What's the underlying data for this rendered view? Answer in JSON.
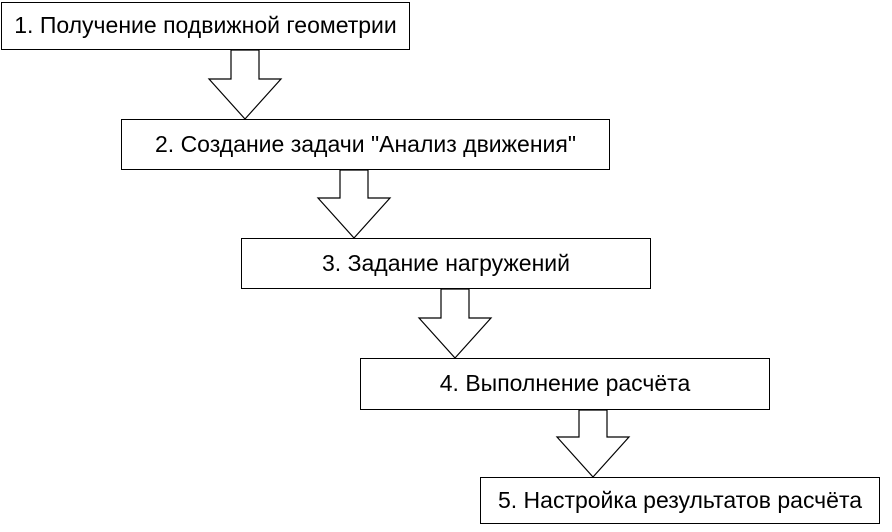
{
  "diagram": {
    "title": "",
    "type": "flowchart",
    "flow_direction": "top-to-bottom staircase",
    "connector_style": "hollow-block-arrow-down",
    "colors": {
      "background": "#ffffff",
      "box_fill": "#ffffff",
      "stroke": "#000000",
      "text": "#000000"
    },
    "steps": [
      {
        "label": "1. Получение подвижной геометрии"
      },
      {
        "label": "2. Создание задачи \"Анализ движения\""
      },
      {
        "label": "3. Задание нагружений"
      },
      {
        "label": "4. Выполнение расчёта"
      },
      {
        "label": "5. Настройка результатов расчёта"
      }
    ]
  }
}
